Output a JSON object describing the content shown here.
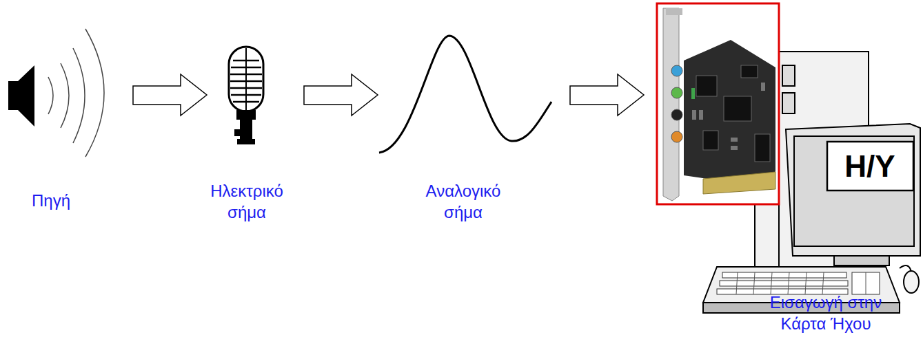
{
  "diagram": {
    "labels": [
      "Πηγή",
      "Ηλεκτρικό σήμα",
      "Αναλογικό σήμα",
      "Εισαγωγή στην Κάρτα Ήχου",
      "H/Y"
    ]
  }
}
